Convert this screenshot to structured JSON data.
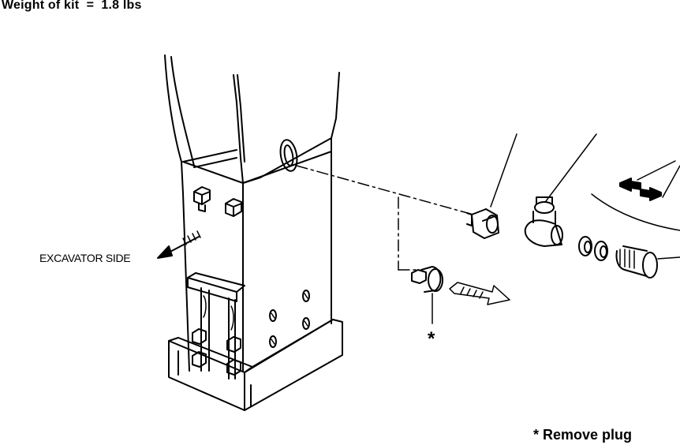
{
  "header": {
    "weight_text": "Weight of kit  =  1.8 lbs"
  },
  "labels": {
    "excavator_side": "EXCAVATOR SIDE",
    "asterisk": "*",
    "remove_plug": "* Remove plug"
  },
  "colors": {
    "ink": "#000000",
    "background": "#ffffff"
  },
  "icons": [
    "arrow-to-excavator-icon",
    "install-direction-arrow-icon",
    "bidirectional-arrows-icon"
  ]
}
